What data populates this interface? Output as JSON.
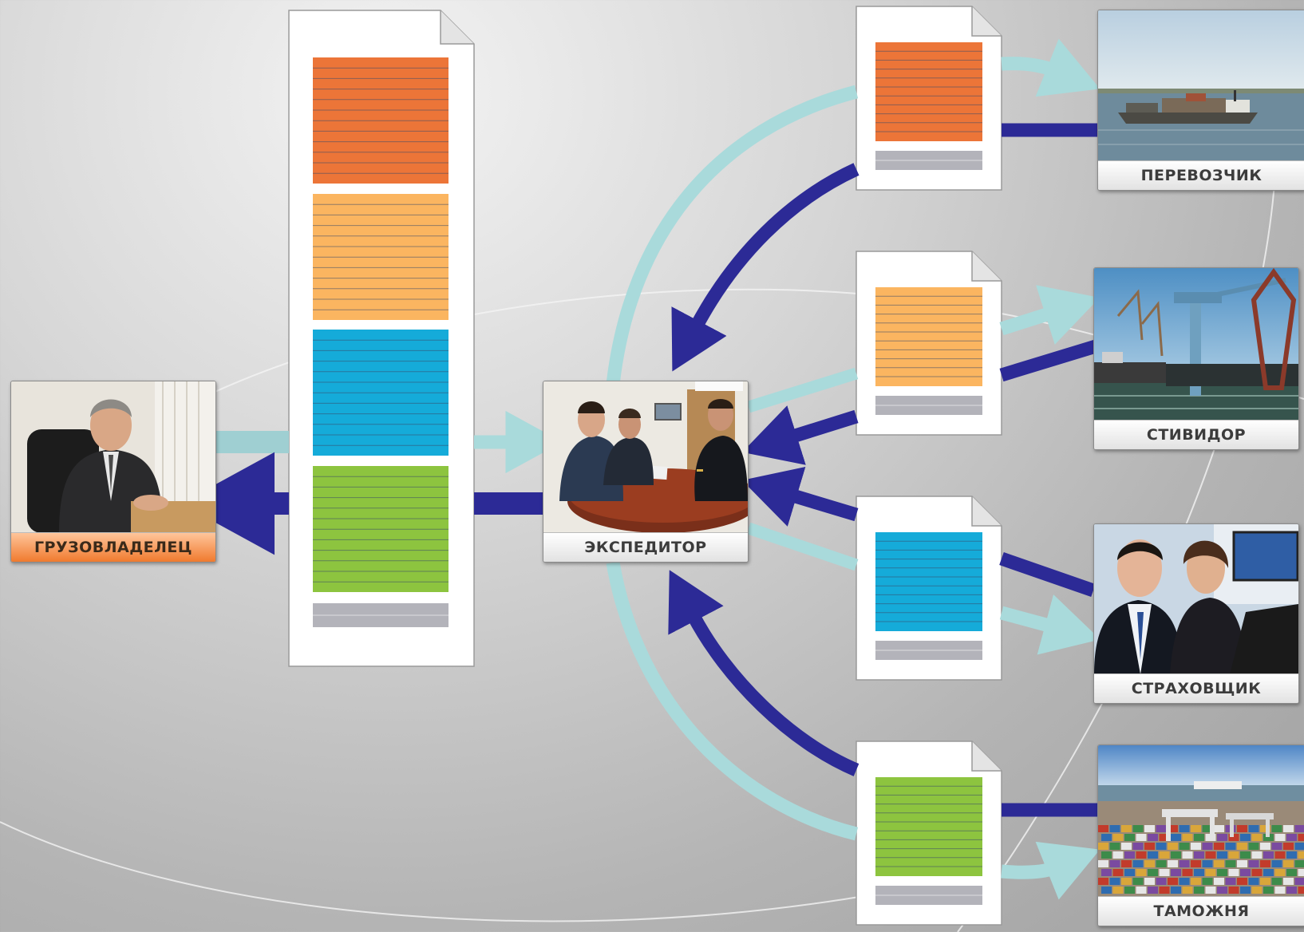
{
  "nodes": {
    "cargo_owner": {
      "label": "ГРУЗОВЛАДЕЛЕЦ"
    },
    "forwarder": {
      "label": "ЭКСПЕДИТОР"
    },
    "carrier": {
      "label": "ПЕРЕВОЗЧИК"
    },
    "stevedore": {
      "label": "СТИВИДОР"
    },
    "insurer": {
      "label": "СТРАХОВЩИК"
    },
    "customs": {
      "label": "ТАМОЖНЯ"
    }
  },
  "colors": {
    "orange": "#ec7538",
    "light_orange": "#fbb560",
    "blue": "#15abd9",
    "green": "#8dc43f",
    "gray_footer": "#b3b3ba",
    "arrow_light": "#a9dadb",
    "arrow_dark": "#2c2a96"
  }
}
